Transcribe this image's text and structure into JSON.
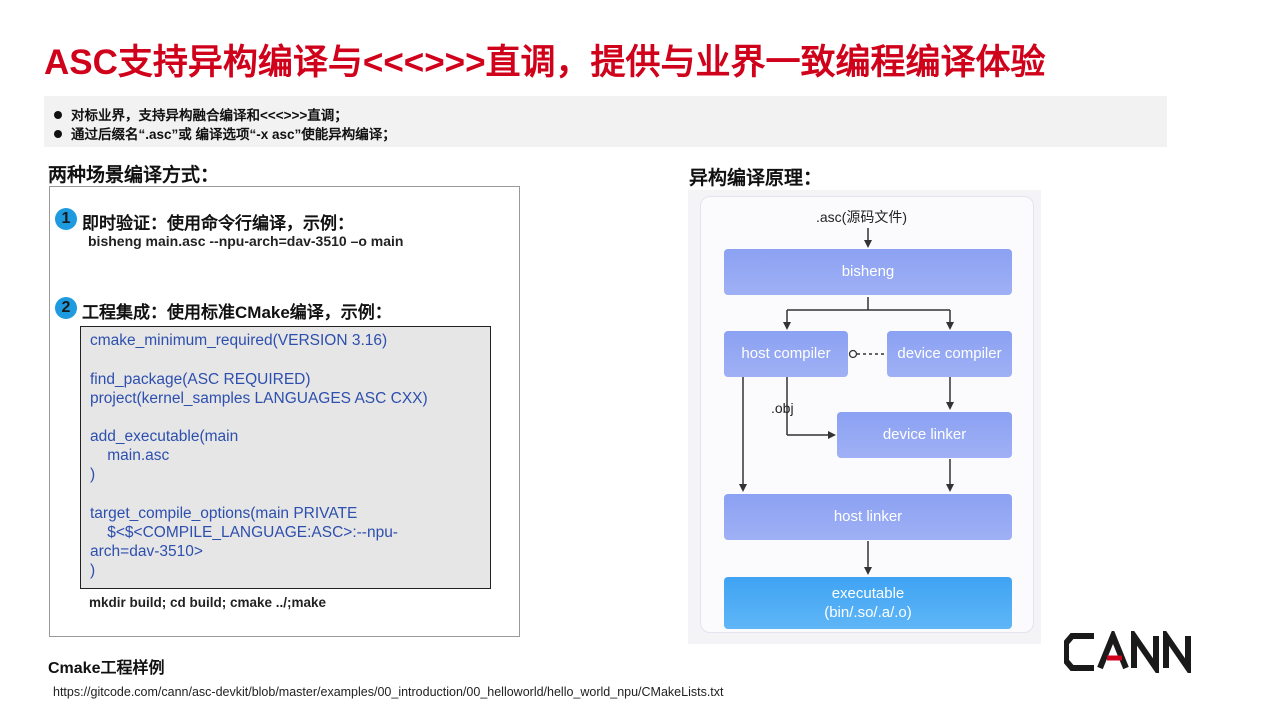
{
  "title": "ASC支持异构编译与<<<>>>直调，提供与业界一致编程编译体验",
  "summary": {
    "bullets": [
      "对标业界，支持异构融合编译和<<<>>>直调；",
      "通过后缀名“.asc”或 编译选项“-x asc”使能异构编译；"
    ]
  },
  "left_section": {
    "heading": "两种场景编译方式：",
    "step1": {
      "number": "1",
      "title": "即时验证：使用命令行编译，示例：",
      "command": "bisheng main.asc --npu-arch=dav-3510 –o main"
    },
    "step2": {
      "number": "2",
      "title": "工程集成：使用标准CMake编译，示例：",
      "code_lines": [
        "cmake_minimum_required(VERSION 3.16)",
        "",
        "find_package(ASC REQUIRED)",
        "project(kernel_samples LANGUAGES ASC CXX)",
        "",
        "add_executable(main",
        "    main.asc",
        ")",
        "",
        "target_compile_options(main PRIVATE",
        "    $<$<COMPILE_LANGUAGE:ASC>:--npu-",
        "arch=dav-3510>",
        ")"
      ],
      "build_command": "mkdir build; cd build; cmake ../;make"
    }
  },
  "right_section": {
    "heading": "异构编译原理：",
    "diagram": {
      "source": ".asc(源码文件)",
      "bisheng": "bisheng",
      "host_compiler": "host compiler",
      "device_compiler": "device compiler",
      "obj_label": ".obj",
      "device_linker": "device linker",
      "host_linker": "host linker",
      "executable": "executable",
      "executable_sub": "(bin/.so/.a/.o)"
    }
  },
  "footer": {
    "label": "Cmake工程样例",
    "url": "https://gitcode.com/cann/asc-devkit/blob/master/examples/00_introduction/00_helloworld/hello_world_npu/CMakeLists.txt"
  },
  "logo": {
    "text": "CANN",
    "color": "#1a1a1a",
    "accent": "#d0021b"
  },
  "colors": {
    "title": "#d0021b",
    "code_text": "#2d4fae",
    "badge": "#1e9be0",
    "node_purple": "#98aaf4",
    "node_blue": "#4aa9f5"
  }
}
